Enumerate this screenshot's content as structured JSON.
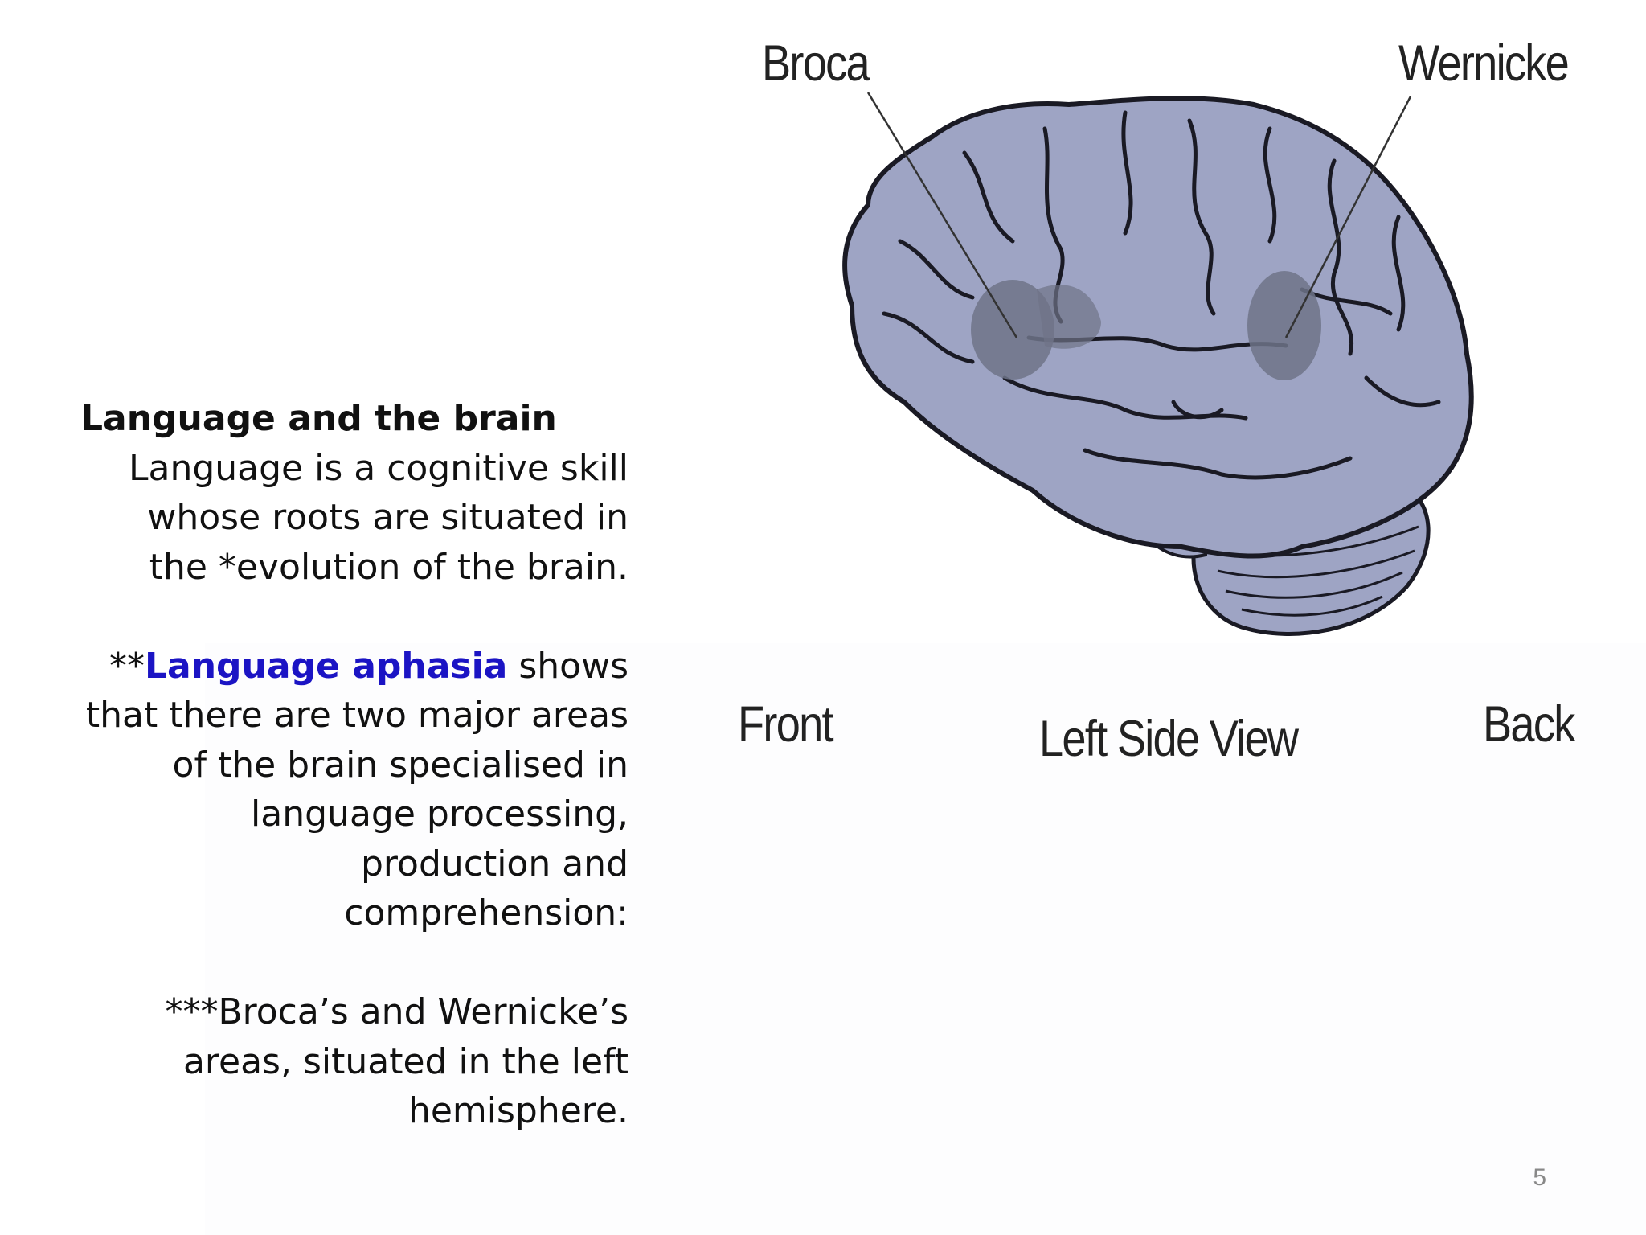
{
  "slide": {
    "heading": "Language and the brain",
    "p1": "Language is a cognitive skill whose roots are situated in the *evolution of the brain.",
    "p2_prefix": "**",
    "p2_highlight": "Language aphasia",
    "p2_rest": " shows that there are two major areas of the brain specialised in language processing, production and comprehension:",
    "p3": "***Broca’s and Wernicke’s areas, situated in the left hemisphere.",
    "highlight_color": "#1b14c4",
    "page_number": "5"
  },
  "figure": {
    "label_broca": "Broca",
    "label_wernicke": "Wernicke",
    "label_front": "Front",
    "label_side": "Left Side View",
    "label_back": "Back",
    "brain_color": "#9ea4c4",
    "area_color": "#6f7488",
    "outline_color": "#1a1a24"
  }
}
